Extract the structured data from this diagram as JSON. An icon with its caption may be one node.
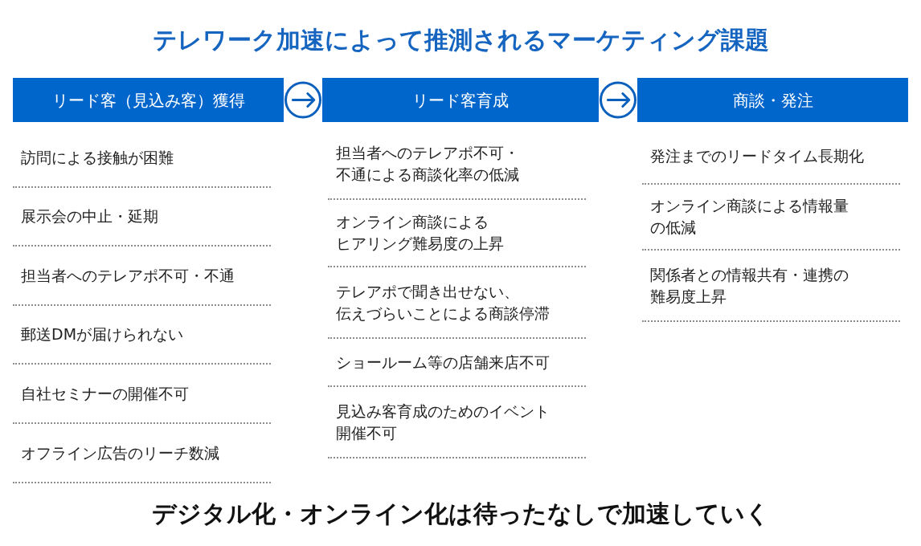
{
  "diagram": {
    "title": "テレワーク加速によって推測されるマーケティング課題",
    "nodes": [
      {
        "text": [
          "リード客（見込み客）獲得"
        ]
      },
      {
        "text": [
          "リード客育成"
        ]
      },
      {
        "text": [
          "商談・発注"
        ]
      }
    ],
    "edges": [
      {
        "from": 0,
        "to": 1,
        "arrow": "to"
      },
      {
        "from": 1,
        "to": 2,
        "arrow": "to"
      }
    ],
    "labels": [
      "訪問による接触が困難",
      "展示会の中止・延期",
      "担当者へのテレアポ不可・不通",
      "郵送DMが届けられない",
      "自社セミナーの開催不可",
      "オフライン広告のリーチ数減",
      "担当者へのテレアポ不可・不通による商談化率の低減",
      "オンライン商談によるヒアリング難易度の上昇",
      "テレアポで聞き出せない、伝えづらいことによる商談停滞",
      "ショールーム等の店舗来店不可",
      "見込み客育成のためのイベント開催不可",
      "発注までのリードタイム長期化",
      "オンライン商談による情報量の低減",
      "関係者との情報共有・連携の難易度上昇"
    ],
    "caption": "デジタル化・オンライン化は待ったなしで加速していく"
  }
}
